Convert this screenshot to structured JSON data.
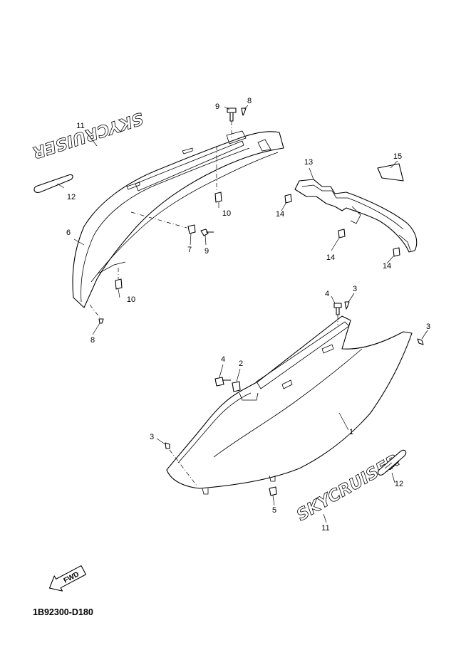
{
  "callouts": {
    "c1": "1",
    "c2": "2",
    "c3a": "3",
    "c3b": "3",
    "c3c": "3",
    "c4a": "4",
    "c4b": "4",
    "c5": "5",
    "c6": "6",
    "c7": "7",
    "c8a": "8",
    "c8b": "8",
    "c9a": "9",
    "c9b": "9",
    "c10a": "10",
    "c10b": "10",
    "c11a": "11",
    "c11b": "11",
    "c12a": "12",
    "c12b": "12",
    "c13": "13",
    "c14a": "14",
    "c14b": "14",
    "c14c": "14",
    "c15": "15"
  },
  "emblem": {
    "text": "SKYCRUISER"
  },
  "fwd_arrow": {
    "label": "FWD"
  },
  "drawing_number": "1B92300-D180"
}
